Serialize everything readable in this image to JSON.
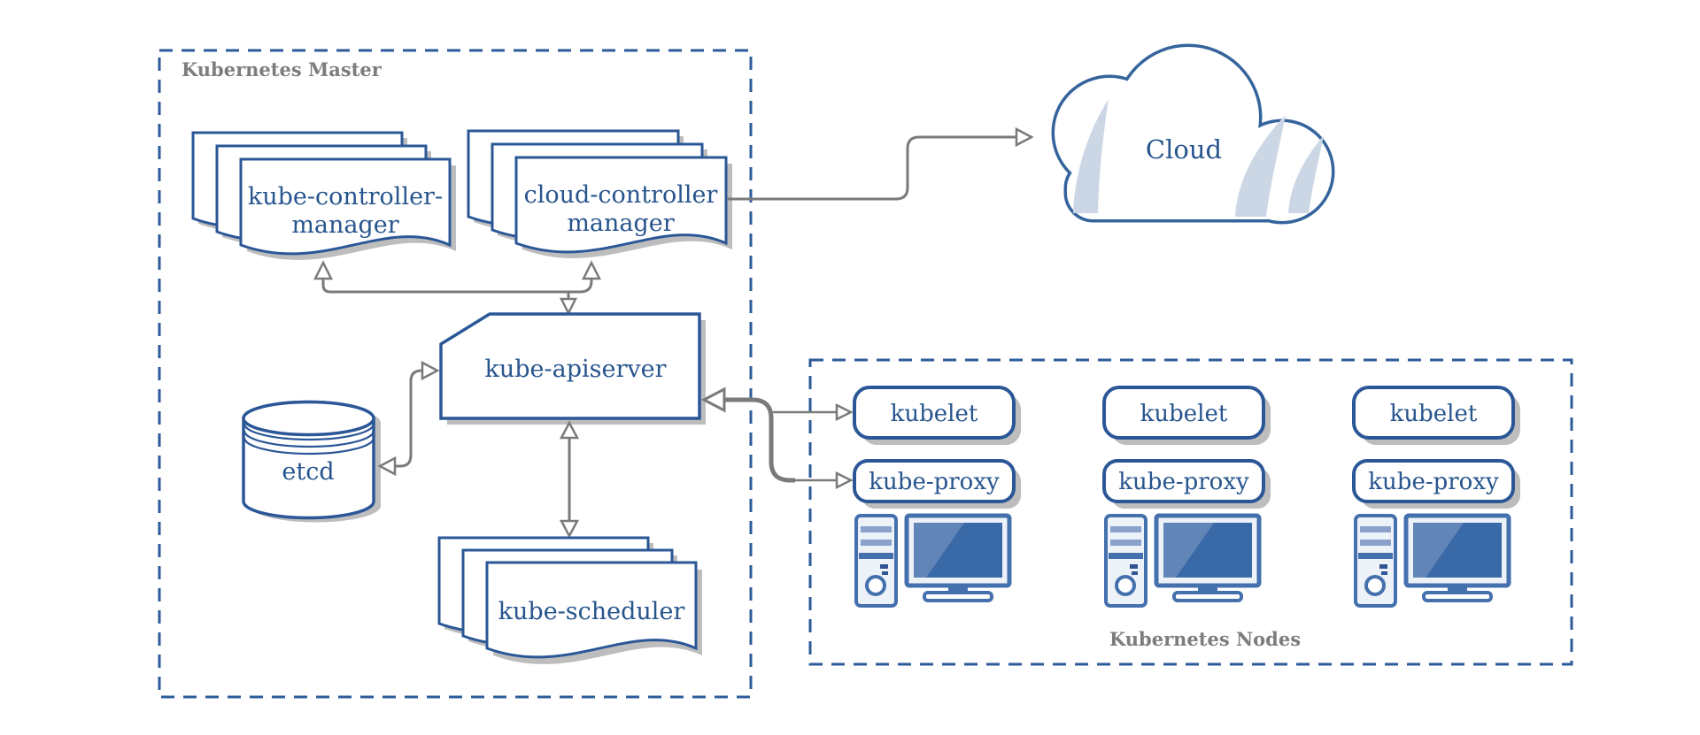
{
  "title": "Kubernetes architecture diagram",
  "master": {
    "label": "Kubernetes Master",
    "components": {
      "kube_controller_manager": {
        "line1": "kube-controller-",
        "line2": "manager"
      },
      "cloud_controller_manager": {
        "line1": "cloud-controller",
        "line2": "manager"
      },
      "kube_apiserver": {
        "label": "kube-apiserver"
      },
      "etcd": {
        "label": "etcd"
      },
      "kube_scheduler": {
        "label": "kube-scheduler"
      }
    }
  },
  "cloud": {
    "label": "Cloud"
  },
  "nodes_group": {
    "label": "Kubernetes Nodes",
    "nodes": [
      {
        "kubelet": "kubelet",
        "kube_proxy": "kube-proxy"
      },
      {
        "kubelet": "kubelet",
        "kube_proxy": "kube-proxy"
      },
      {
        "kubelet": "kubelet",
        "kube_proxy": "kube-proxy"
      }
    ]
  },
  "colors": {
    "shape_border_blue": "#2b5797",
    "text_blue": "#27558e",
    "label_gray": "#7d7d7d",
    "arrow_gray": "#7a7a7a",
    "shadow_gray": "#bdbdbd",
    "dashed_border_blue": "#2d5b9a",
    "cloud_border_blue": "#35649c",
    "cloud_shine": "#ccd7e5",
    "computer_blue": "#4470ae",
    "screen_blue": "#3a69a8"
  }
}
